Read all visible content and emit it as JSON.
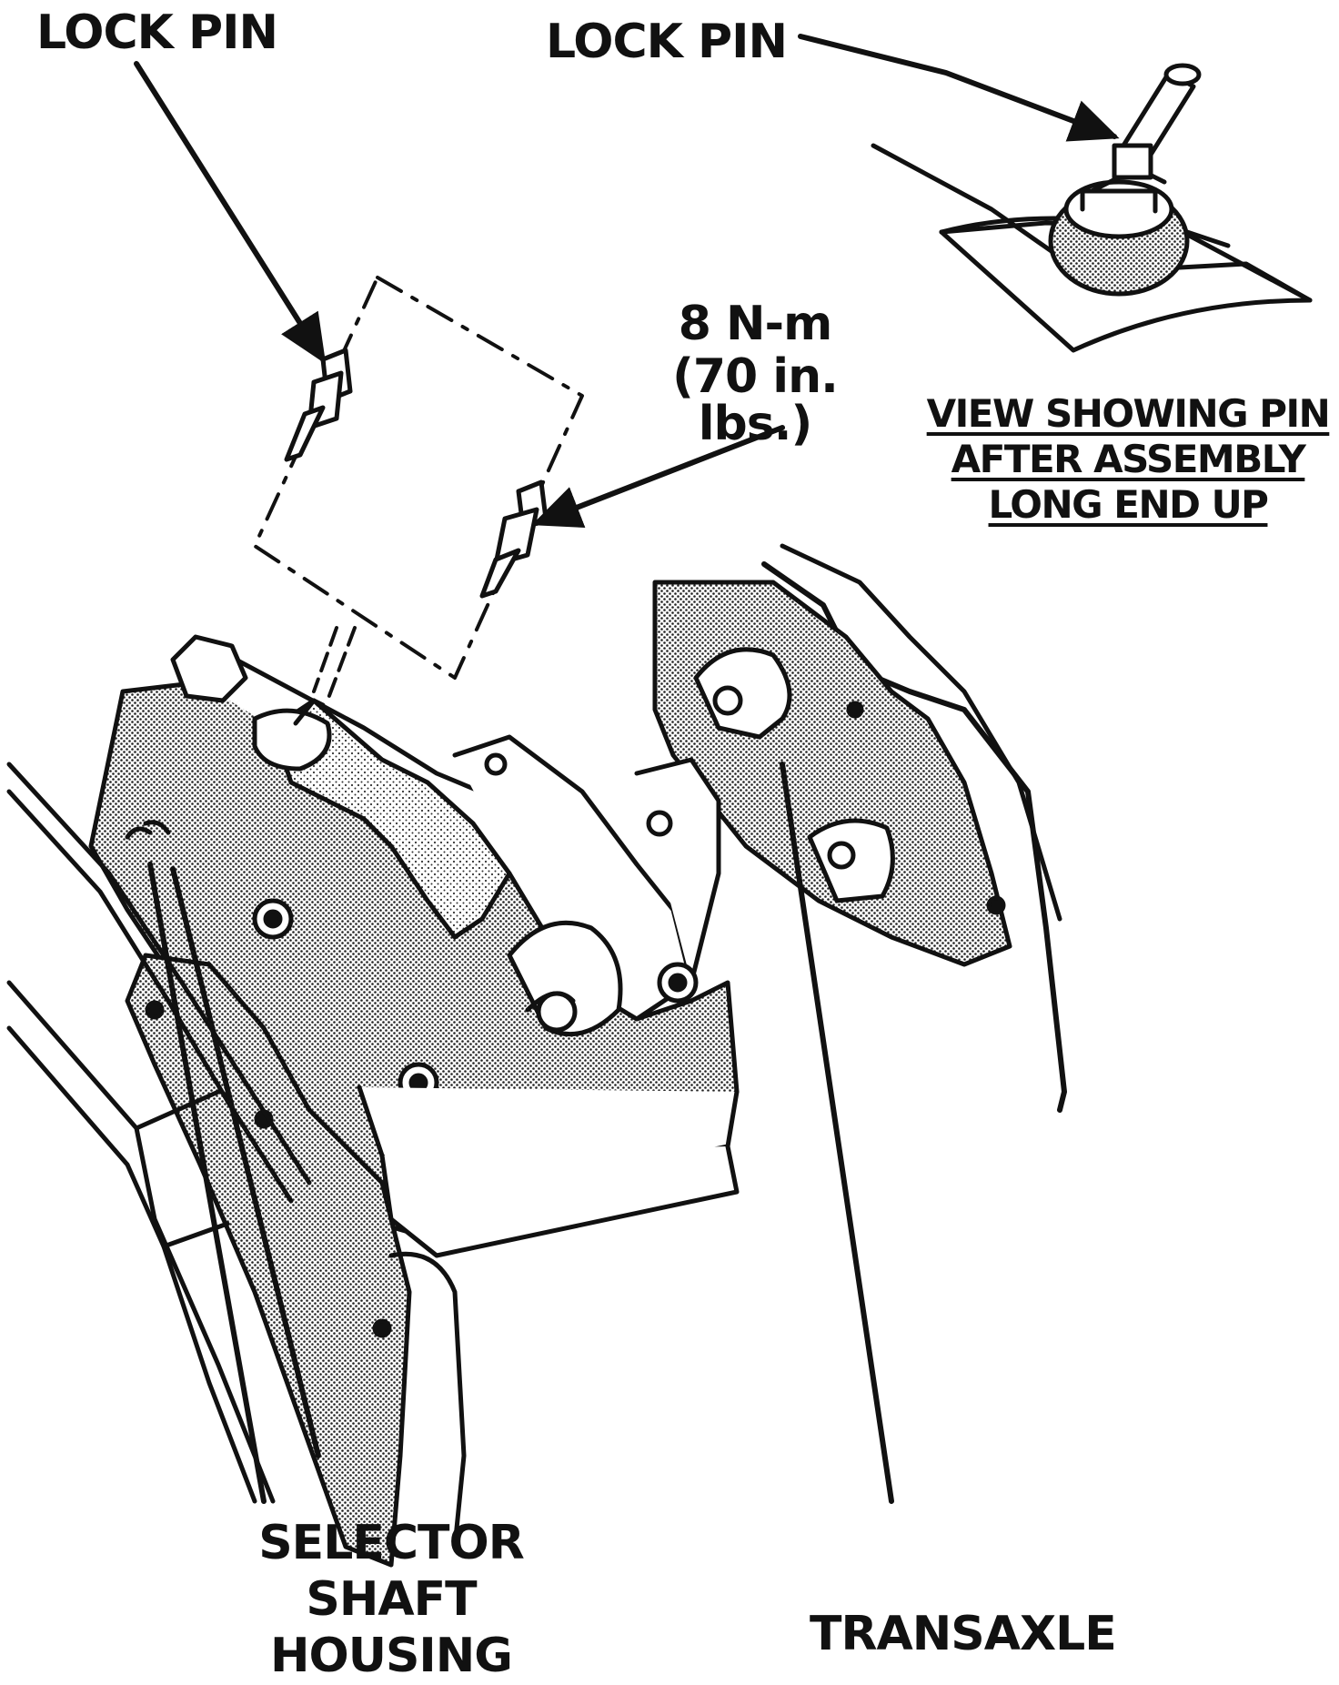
{
  "labels": {
    "lock_pin_left": "LOCK PIN",
    "lock_pin_right": "LOCK PIN",
    "torque_nm": "8 N-m",
    "torque_inlbs": "(70 in. lbs.)",
    "view_caption": [
      "VIEW SHOWING PIN",
      "AFTER ASSEMBLY",
      "LONG END UP"
    ],
    "selector": [
      "SELECTOR",
      "SHAFT",
      "HOUSING"
    ],
    "transaxle": "TRANSAXLE"
  },
  "colors": {
    "ink": "#111111",
    "background": "#ffffff",
    "shade": "#8a8a8a"
  }
}
